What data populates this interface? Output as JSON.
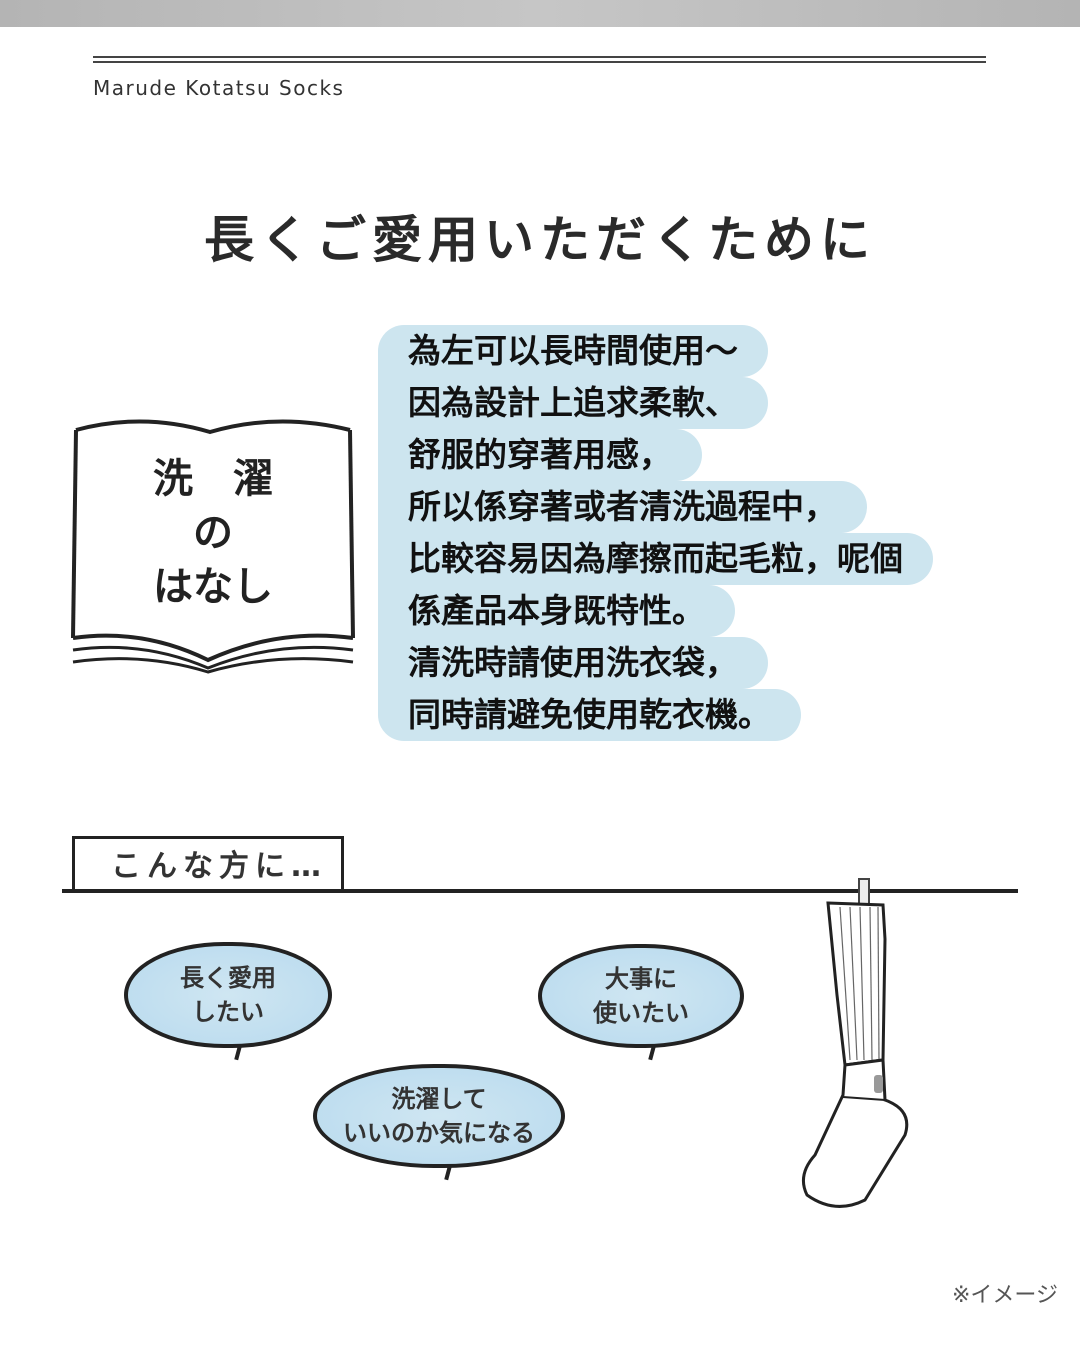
{
  "header": {
    "brand": "Marude Kotatsu Socks"
  },
  "title": "長くご愛用いただくために",
  "book": {
    "line1": "洗　濯",
    "line2": "の",
    "line3": "はなし"
  },
  "message": {
    "lines": [
      "為左可以長時間使用～",
      "因為設計上追求柔軟、",
      "舒服的穿著用感，",
      "所以係穿著或者清洗過程中，",
      "比較容易因為摩擦而起毛粒，呢個",
      "係產品本身既特性。",
      "清洗時請使用洗衣袋，",
      "同時請避免使用乾衣機。"
    ]
  },
  "section": {
    "label": "こんな方に…"
  },
  "bubbles": [
    {
      "line1": "長く愛用",
      "line2": "したい"
    },
    {
      "line1": "大事に",
      "line2": "使いたい"
    },
    {
      "line1": "洗濯して",
      "line2": "いいのか気になる"
    }
  ],
  "footnote": "※イメージ",
  "colors": {
    "bubble": "#cde5ef"
  }
}
